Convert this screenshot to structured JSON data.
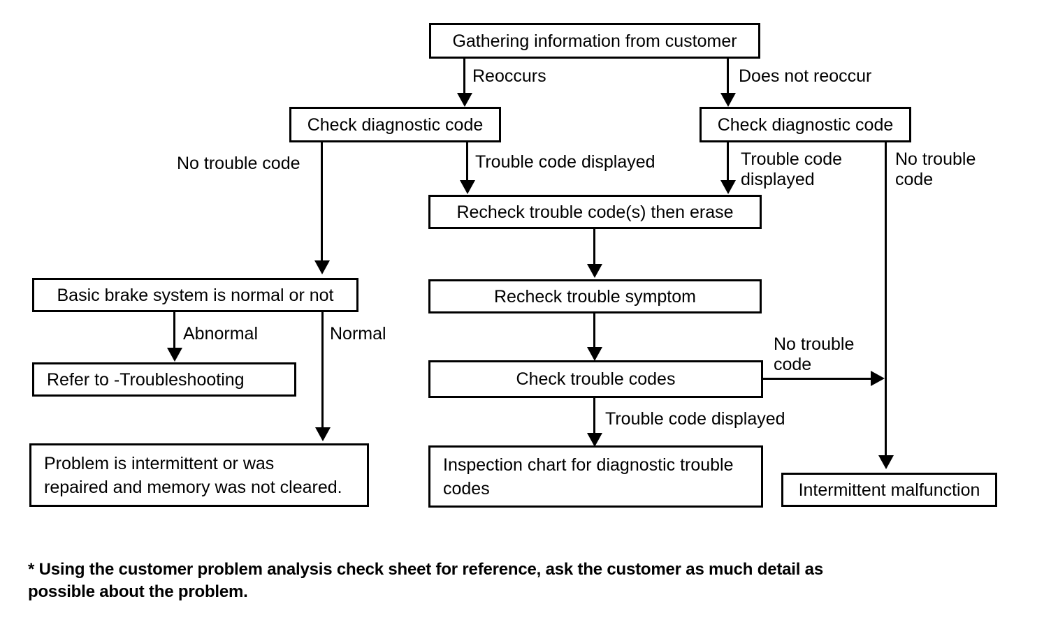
{
  "diagram": {
    "type": "flowchart",
    "title": "Diagnostic trouble-code troubleshooting flow chart",
    "nodes": [
      {
        "id": "gathering",
        "label": "Gathering information from customer"
      },
      {
        "id": "check-dtc-left",
        "label": "Check diagnostic code"
      },
      {
        "id": "check-dtc-right",
        "label": "Check diagnostic code"
      },
      {
        "id": "recheck-erase",
        "label": "Recheck trouble code(s) then erase"
      },
      {
        "id": "recheck-symptom",
        "label": "Recheck trouble symptom"
      },
      {
        "id": "check-codes",
        "label": "Check trouble codes"
      },
      {
        "id": "inspection-chart",
        "label": "Inspection chart for diagnostic trouble\ncodes"
      },
      {
        "id": "basic-brake",
        "label": "Basic brake system is normal or not"
      },
      {
        "id": "refer-ts",
        "label": "Refer to -Troubleshooting"
      },
      {
        "id": "problem-intermittent",
        "label": "Problem is intermittent or was\nrepaired and memory was not cleared."
      },
      {
        "id": "intermittent-malfunction",
        "label": "Intermittent malfunction"
      }
    ],
    "edge_labels": {
      "reoccurs": "Reoccurs",
      "does_not_reoccur": "Does not reoccur",
      "no_trouble_code_left": "No trouble code",
      "trouble_code_displayed_left": "Trouble code displayed",
      "trouble_code_displayed_right": "Trouble code\ndisplayed",
      "no_trouble_code_right": "No trouble\ncode",
      "abnormal": "Abnormal",
      "normal": "Normal",
      "no_trouble_code_mid": "No trouble\ncode",
      "trouble_code_displayed_mid": "Trouble code displayed"
    }
  },
  "footnote": {
    "text": "* Using the customer problem analysis check sheet for reference, ask the customer as much detail as\n   possible about the problem."
  },
  "colors": {
    "ink": "#000000",
    "paper": "#ffffff"
  }
}
